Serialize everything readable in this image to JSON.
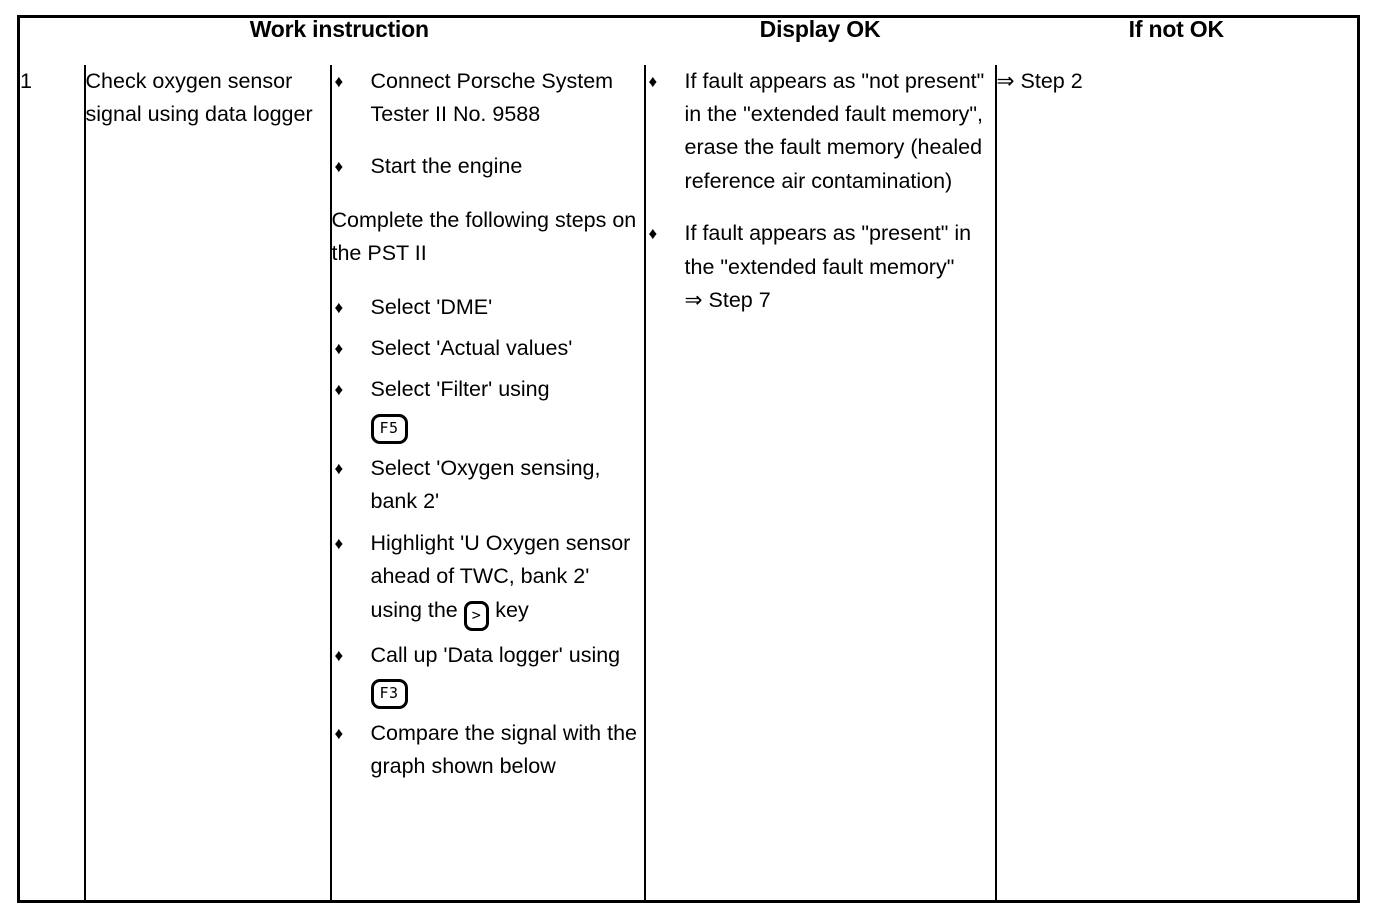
{
  "document": {
    "kind": "work-instruction-table",
    "step_number": "1"
  },
  "table": {
    "headers": {
      "work_instruction": "Work instruction",
      "display_ok": "Display OK",
      "if_not_ok": "If not OK"
    },
    "row": {
      "number": "1",
      "task": "Check oxygen sensor signal using data logger",
      "steps": {
        "bullet_char": "♦",
        "group_one": [
          "Connect Porsche System Tester II No. 9588",
          "Start the engine"
        ],
        "note": "Complete the following steps on the PST II",
        "group_two": [
          {
            "text_before": "Select 'DME'",
            "key": "",
            "text_after": ""
          },
          {
            "text_before": "Select 'Actual values'",
            "key": "",
            "text_after": ""
          },
          {
            "text_before": "Select 'Filter' using",
            "key": "F5",
            "text_after": ""
          },
          {
            "text_before": "Select 'Oxygen sensing, bank 2'",
            "key": "",
            "text_after": ""
          },
          {
            "text_before": "Highlight 'U Oxygen sensor ahead of TWC, bank 2' using the",
            "key": ">",
            "text_after": "key"
          },
          {
            "text_before": "Call up 'Data logger' using",
            "key": "F3",
            "text_after": ""
          },
          {
            "text_before": "Compare the signal with the graph shown below",
            "key": "",
            "text_after": ""
          }
        ]
      },
      "display_ok": {
        "bullet_char": "♦",
        "items": [
          "If fault appears as \"not present\" in the \"extended fault memory\", erase the fault memory (healed reference air contamination)",
          "If fault appears as \"present\" in the \"extended fault memory\""
        ],
        "item_two_result": "⇒ Step 7"
      },
      "if_not_ok": {
        "result": "⇒ Step 2"
      }
    }
  },
  "colors": {
    "text": "#000000",
    "background": "#ffffff",
    "rule": "#000000"
  }
}
